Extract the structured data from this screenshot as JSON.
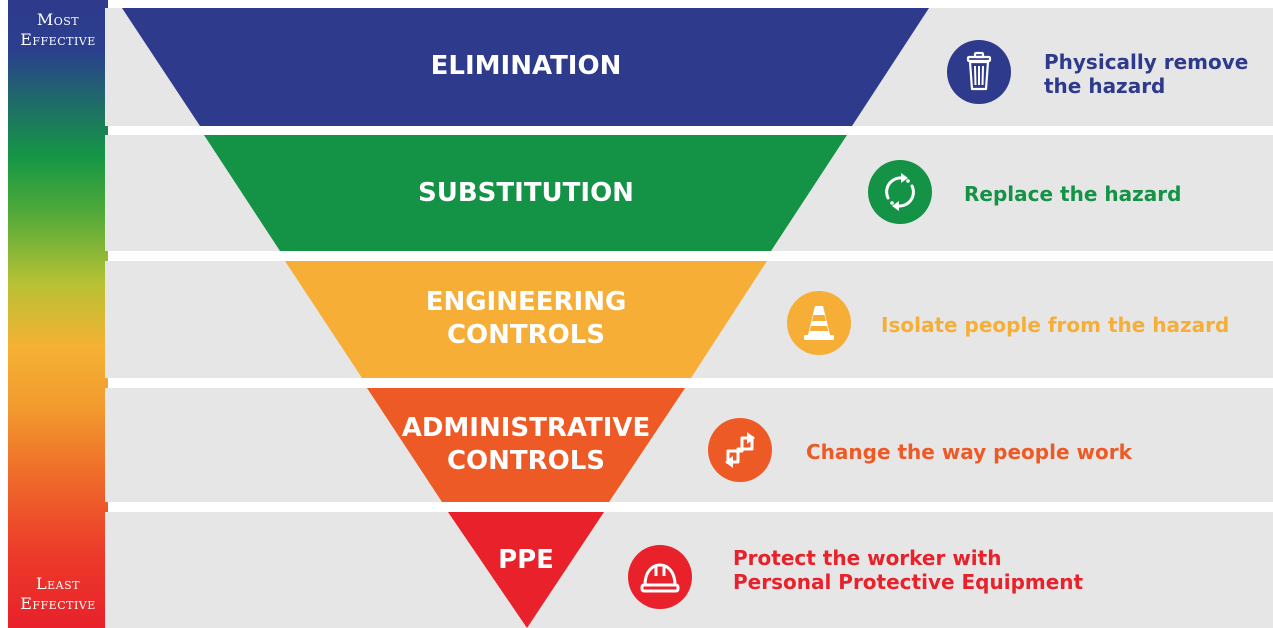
{
  "scale": {
    "top_lines": [
      "Most",
      "Effective"
    ],
    "bottom_lines": [
      "Least",
      "Effective"
    ]
  },
  "tiers": [
    {
      "label_lines": [
        "ELIMINATION"
      ],
      "description_lines": [
        "Physically remove",
        "the hazard"
      ],
      "color": "#2e3a8c",
      "icon": "trash-can-icon"
    },
    {
      "label_lines": [
        "SUBSTITUTION"
      ],
      "description_lines": [
        "Replace the hazard"
      ],
      "color": "#149245",
      "icon": "recycle-arrows-icon"
    },
    {
      "label_lines": [
        "ENGINEERING",
        "CONTROLS"
      ],
      "description_lines": [
        "Isolate people from the hazard"
      ],
      "color": "#f6ae37",
      "icon": "traffic-cone-icon"
    },
    {
      "label_lines": [
        "ADMINISTRATIVE",
        "CONTROLS"
      ],
      "description_lines": [
        "Change the way people work"
      ],
      "color": "#ed5a26",
      "icon": "swap-arrows-icon"
    },
    {
      "label_lines": [
        "PPE"
      ],
      "description_lines": [
        "Protect the worker with",
        "Personal Protective Equipment"
      ],
      "color": "#e8212b",
      "icon": "hard-hat-icon"
    }
  ]
}
